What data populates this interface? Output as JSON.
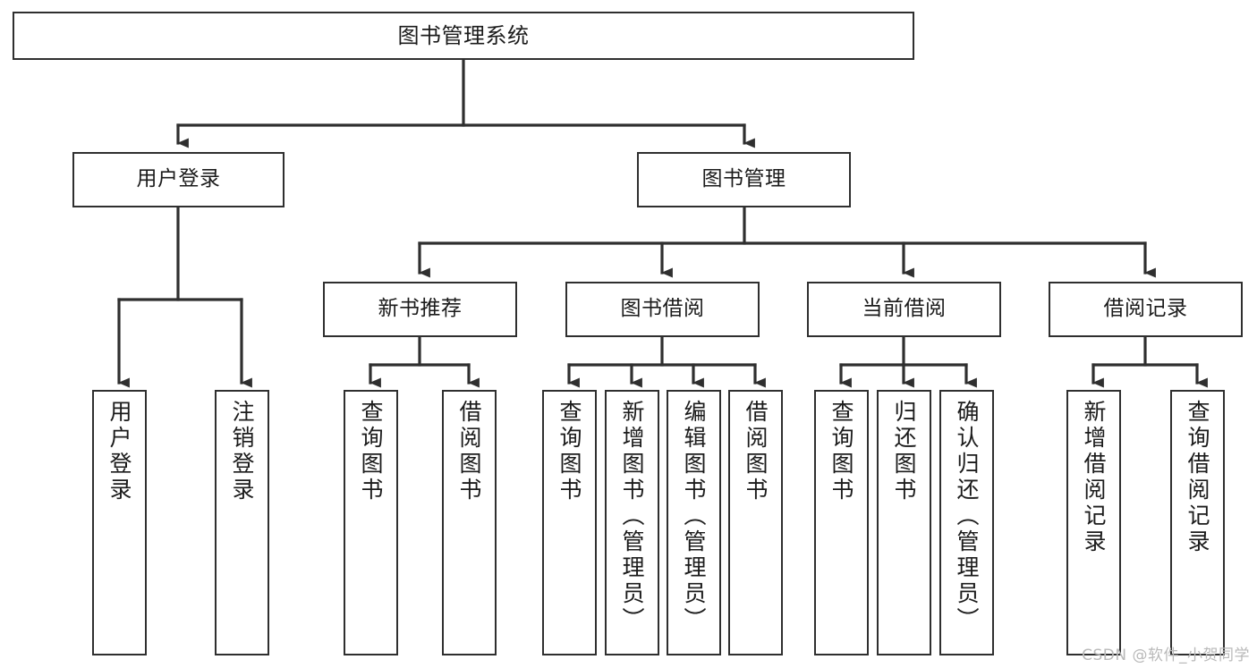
{
  "diagram": {
    "type": "tree",
    "title": "图书管理系统",
    "orientation": "top-down",
    "edge_color": "#2f2f2f",
    "node_border_color": "#2f2f2f",
    "node_fill_color": "#ffffff",
    "background_color": "#ffffff"
  },
  "root": {
    "label": "图书管理系统"
  },
  "level1": [
    {
      "label": "用户登录"
    },
    {
      "label": "图书管理"
    }
  ],
  "level2": [
    {
      "label": "新书推荐"
    },
    {
      "label": "图书借阅"
    },
    {
      "label": "当前借阅"
    },
    {
      "label": "借阅记录"
    }
  ],
  "leaves": {
    "user_login": [
      {
        "label": "用户登录"
      },
      {
        "label": "注销登录"
      }
    ],
    "new_book_recommend": [
      {
        "label": "查询图书"
      },
      {
        "label": "借阅图书"
      }
    ],
    "book_borrow": [
      {
        "label": "查询图书"
      },
      {
        "label": "新增图书（管理员）"
      },
      {
        "label": "编辑图书（管理员）"
      },
      {
        "label": "借阅图书"
      }
    ],
    "current_borrow": [
      {
        "label": "查询图书"
      },
      {
        "label": "归还图书"
      },
      {
        "label": "确认归还（管理员）"
      }
    ],
    "borrow_record": [
      {
        "label": "新增借阅记录"
      },
      {
        "label": "查询借阅记录"
      }
    ]
  },
  "watermark": {
    "text": "CSDN @软件_小贺同学",
    "color": "#b9b9b9"
  }
}
